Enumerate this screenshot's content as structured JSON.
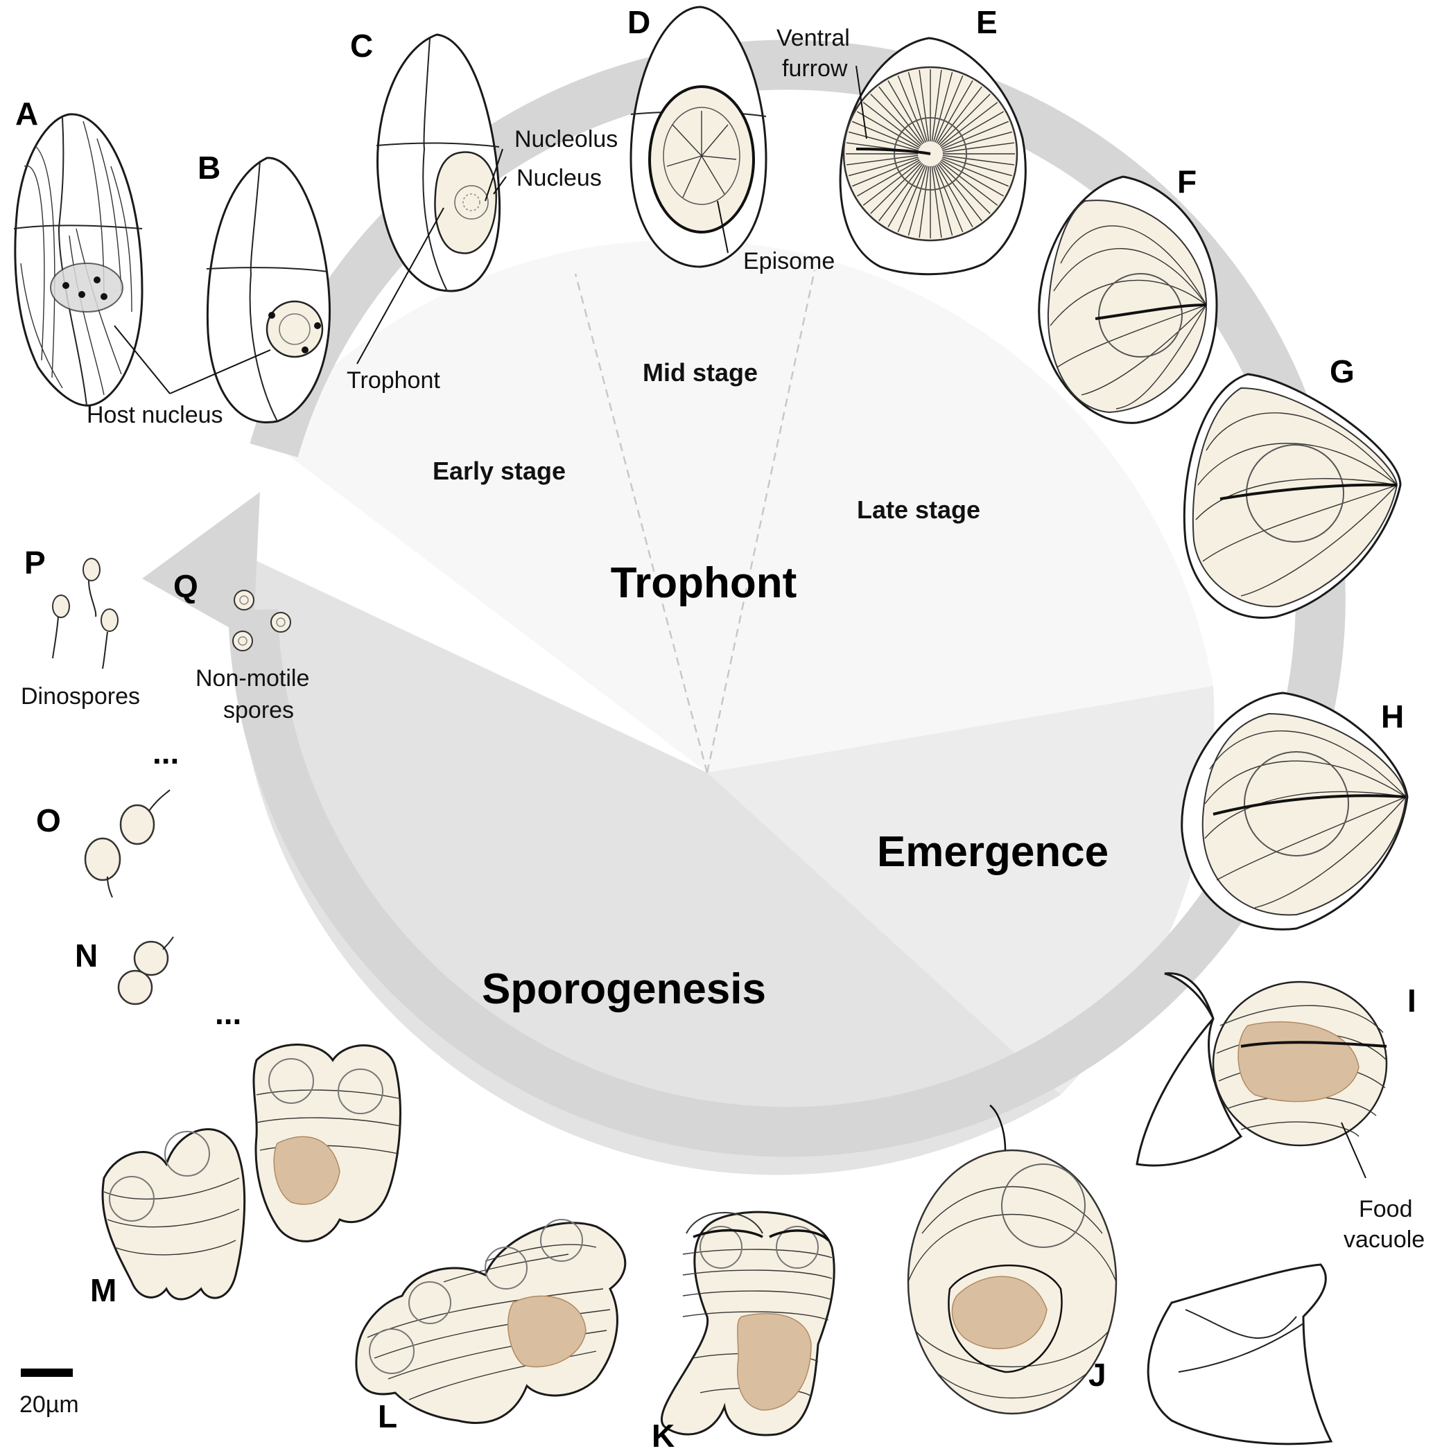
{
  "panels": [
    "A",
    "B",
    "C",
    "D",
    "E",
    "F",
    "G",
    "H",
    "I",
    "J",
    "K",
    "L",
    "M",
    "N",
    "O",
    "P",
    "Q"
  ],
  "annotations": {
    "host_nucleus": "Host nucleus",
    "trophont": "Trophont",
    "nucleolus": "Nucleolus",
    "nucleus": "Nucleus",
    "ventral_furrow_1": "Ventral",
    "ventral_furrow_2": "furrow",
    "episome": "Episome",
    "food_vacuole_1": "Food",
    "food_vacuole_2": "vacuole",
    "dinospores": "Dinospores",
    "non_motile_1": "Non-motile",
    "non_motile_2": "spores",
    "ellipsis": "...",
    "scale_bar": "20µm"
  },
  "stages": {
    "early": "Early stage",
    "mid": "Mid stage",
    "late": "Late stage"
  },
  "phases": {
    "trophont": "Trophont",
    "emergence": "Emergence",
    "sporogenesis": "Sporogenesis"
  },
  "colors": {
    "cycle_arrow": "#d6d6d6",
    "trophont_sector": "#f7f7f7",
    "emergence_sector": "#eeeeee",
    "sporogenesis_sector": "#e3e3e3",
    "cell_fill": "#f6f0e2",
    "food_vacuole": "#d9bfa0"
  }
}
